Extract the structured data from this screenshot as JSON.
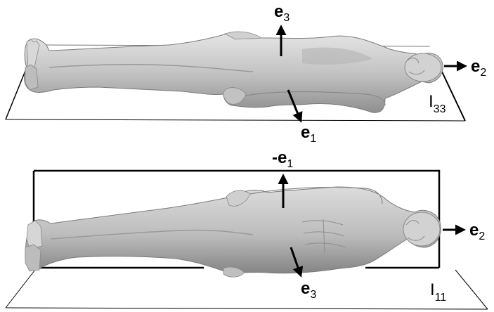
{
  "top_panel": {
    "axis_up": {
      "base": "e",
      "sub": "3"
    },
    "axis_right": {
      "base": "e",
      "sub": "2"
    },
    "axis_down": {
      "base": "e",
      "sub": "1"
    },
    "plane_label": {
      "base": "I",
      "sub": "33"
    }
  },
  "bottom_panel": {
    "axis_up": {
      "base": "-e",
      "sub": "1"
    },
    "axis_right": {
      "base": "e",
      "sub": "2"
    },
    "axis_down": {
      "base": "e",
      "sub": "3"
    },
    "plane_label": {
      "base": "I",
      "sub": "11"
    }
  },
  "colors": {
    "body_fill": "#c9c9c9",
    "body_shadow": "#8a8a8a",
    "plane_line": "#000000",
    "arrow": "#000000"
  }
}
